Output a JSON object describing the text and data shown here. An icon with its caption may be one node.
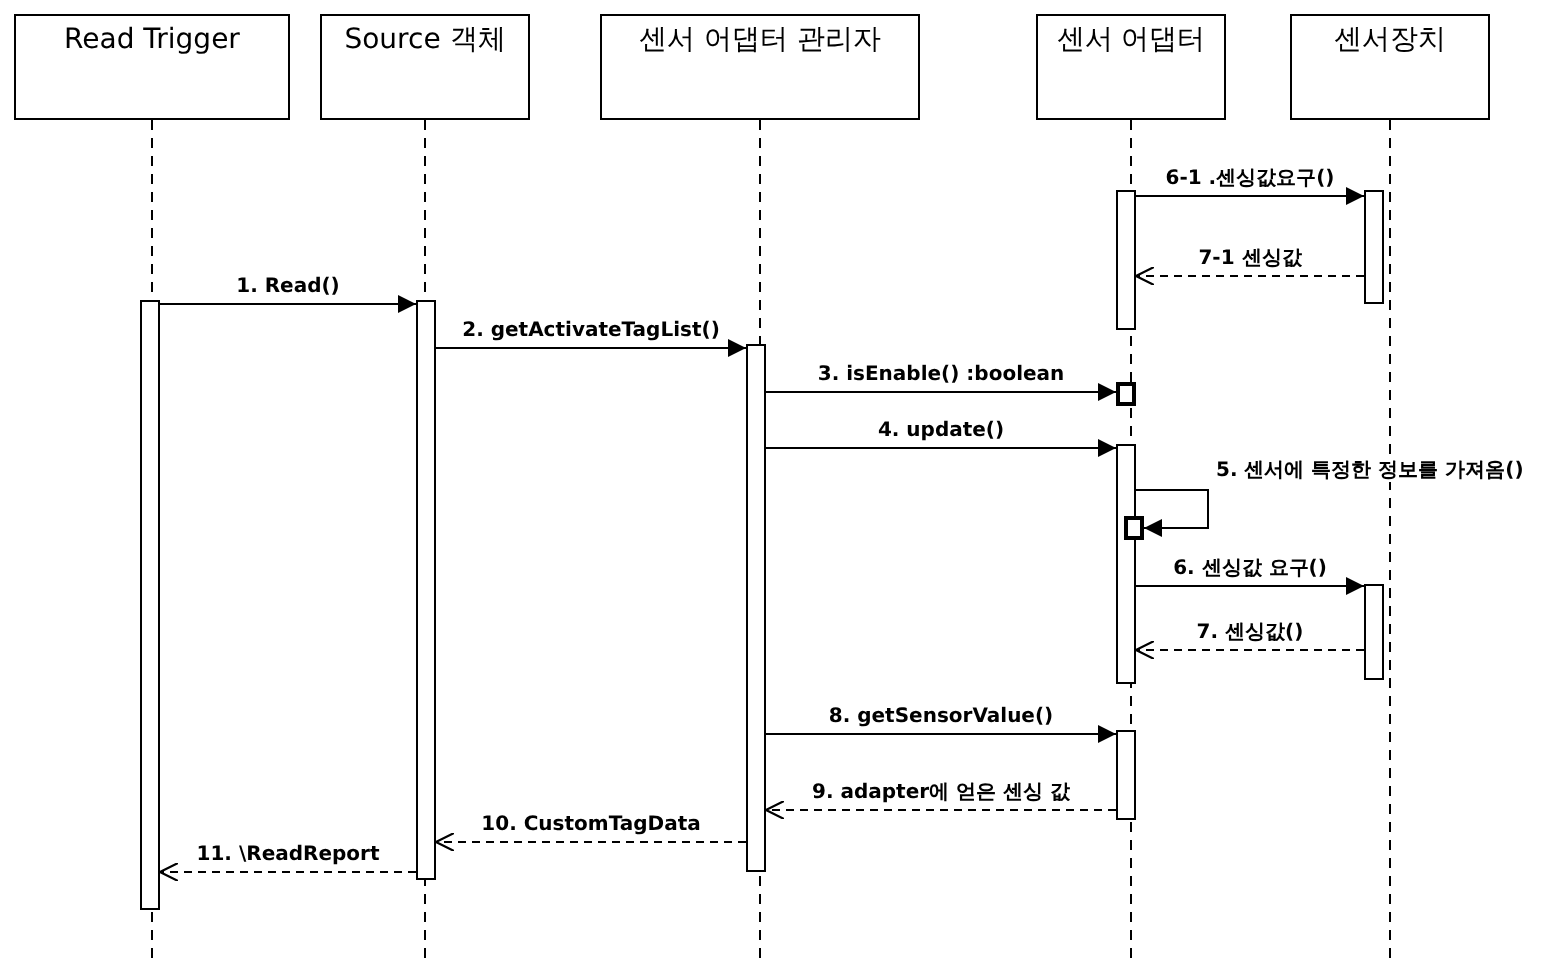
{
  "diagram": {
    "nodes": [
      {
        "text": [
          "Read Trigger"
        ]
      },
      {
        "text": [
          "Source 객체"
        ]
      },
      {
        "text": [
          "센서 어댑터 관리자"
        ]
      },
      {
        "text": [
          "센서 어댑터"
        ]
      },
      {
        "text": [
          "센서장치"
        ]
      },
      {
        "text": [],
        "shape": "bar"
      },
      {
        "text": [],
        "shape": "bar"
      },
      {
        "text": [],
        "shape": "bar"
      },
      {
        "text": [],
        "shape": "bar"
      },
      {
        "text": [],
        "shape": "bar"
      },
      {
        "text": [],
        "shape": "box"
      },
      {
        "text": [],
        "shape": "bar"
      },
      {
        "text": [],
        "shape": "box"
      },
      {
        "text": [],
        "shape": "bar"
      },
      {
        "text": [],
        "shape": "bar"
      }
    ],
    "edges": [
      {
        "from": 8,
        "to": 9,
        "arrow": "to",
        "label": "6-1 .센싱값요구()"
      },
      {
        "from": 9,
        "to": 8,
        "arrow": "to",
        "label": "7-1 센싱값",
        "style": "dashed"
      },
      {
        "from": 5,
        "to": 6,
        "arrow": "to",
        "label": "1. Read()"
      },
      {
        "from": 6,
        "to": 7,
        "arrow": "to",
        "label": "2. getActivateTagList()"
      },
      {
        "from": 7,
        "to": 10,
        "arrow": "to",
        "label": "3. isEnable() :boolean"
      },
      {
        "from": 7,
        "to": 11,
        "arrow": "to",
        "label": "4. update()"
      },
      {
        "from": 11,
        "to": 12,
        "arrow": "to",
        "label": "5. 센서에 특정한 정보를 가져옴()"
      },
      {
        "from": 11,
        "to": 13,
        "arrow": "to",
        "label": "6. 센싱값 요구()"
      },
      {
        "from": 13,
        "to": 11,
        "arrow": "to",
        "label": "7. 센싱값()",
        "style": "dashed"
      },
      {
        "from": 7,
        "to": 14,
        "arrow": "to",
        "label": "8. getSensorValue()"
      },
      {
        "from": 14,
        "to": 7,
        "arrow": "to",
        "label": "9. adapter에 얻은 센싱 값",
        "style": "dashed"
      },
      {
        "from": 7,
        "to": 6,
        "arrow": "to",
        "label": "10. CustomTagData",
        "style": "dashed"
      },
      {
        "from": 6,
        "to": 5,
        "arrow": "to",
        "label": "11. \\ReadReport",
        "style": "dashed"
      }
    ]
  }
}
